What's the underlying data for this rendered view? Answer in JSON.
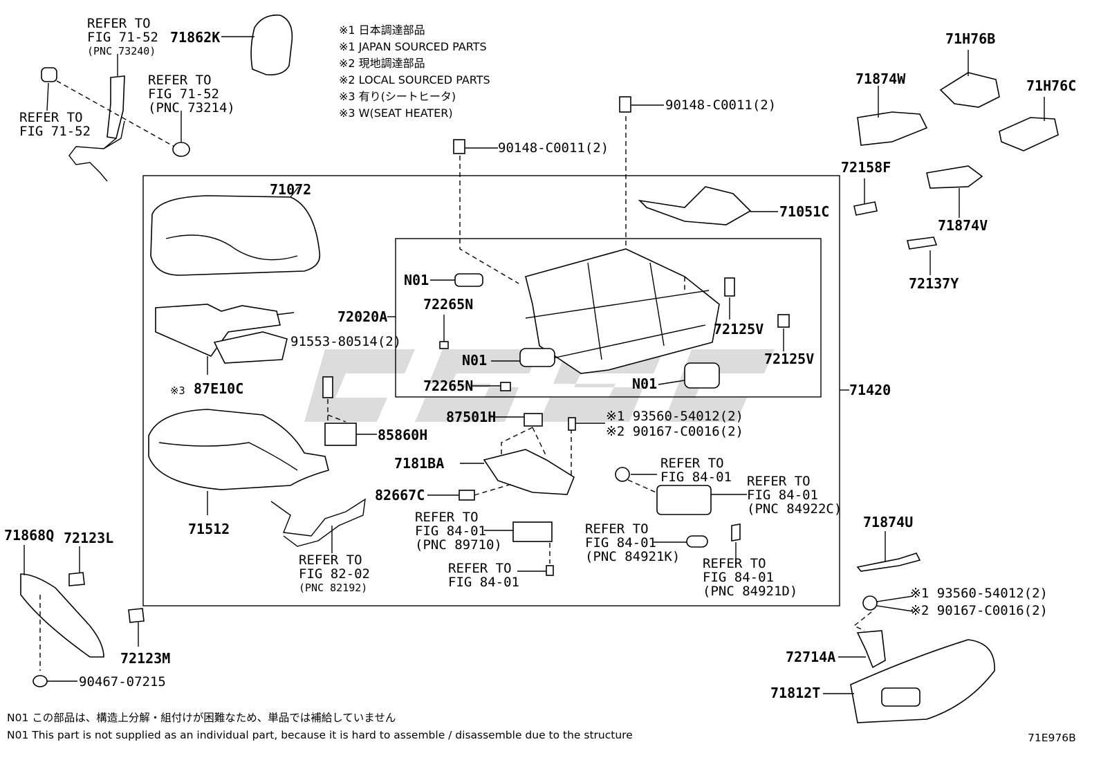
{
  "notes": [
    "※1 日本調達部品",
    "※1 JAPAN SOURCED PARTS",
    "※2 現地調達部品",
    "※2 LOCAL SOURCED PARTS",
    "※3 有り(シートヒータ)",
    "※3 W(SEAT HEATER)"
  ],
  "labels": {
    "p71862K": "71862K",
    "ref7152_pnc73240": [
      "REFER TO",
      "FIG 71-52",
      "(PNC 73240)"
    ],
    "ref7152_pnc73214": [
      "REFER TO",
      "FIG 71-52",
      "(PNC 73214)"
    ],
    "ref7152": [
      "REFER TO",
      "FIG 71-52"
    ],
    "p71072": "71072",
    "p90148_top": "90148-C0011(2)",
    "p90148_mid": "90148-C0011(2)",
    "p71051C": "71051C",
    "pN01_a": "N01",
    "p72020A": "72020A",
    "p72265N_a": "72265N",
    "p72265N_b": "72265N",
    "pN01_b": "N01",
    "pN01_c": "N01",
    "p72125V_a": "72125V",
    "p72125V_b": "72125V",
    "p91553": "91553-80514(2)",
    "p87E10C_prefix": "※3",
    "p87E10C": "87E10C",
    "p71420": "71420",
    "p85860H": "85860H",
    "p87501H": "87501H",
    "p93560_a": "※1 93560-54012(2)",
    "p90167_a": "※2 90167-C0016(2)",
    "p7181BA": "7181BA",
    "ref8401_a": [
      "REFER TO",
      "FIG 84-01"
    ],
    "ref8401_84922C": [
      "REFER TO",
      "FIG 84-01",
      "(PNC 84922C)"
    ],
    "p82667C": "82667C",
    "ref8401_89710": [
      "REFER TO",
      "FIG 84-01",
      "(PNC 89710)"
    ],
    "ref8401_84921K": [
      "REFER TO",
      "FIG 84-01",
      "(PNC 84921K)"
    ],
    "p71512": "71512",
    "ref8202_82192": [
      "REFER TO",
      "FIG 82-02",
      "(PNC 82192)"
    ],
    "ref8401_b": [
      "REFER TO",
      "FIG 84-01"
    ],
    "ref8401_84921D": [
      "REFER TO",
      "FIG 84-01",
      "(PNC 84921D)"
    ],
    "p71H76B": "71H76B",
    "p71874W": "71874W",
    "p71H76C": "71H76C",
    "p72158F": "72158F",
    "p71874V": "71874V",
    "p72137Y": "72137Y",
    "p71874U": "71874U",
    "p93560_b": "※1 93560-54012(2)",
    "p90167_b": "※2 90167-C0016(2)",
    "p72714A": "72714A",
    "p71812T": "71812T",
    "p71868Q": "71868Q",
    "p72123L": "72123L",
    "p72123M": "72123M",
    "p90467": "90467-07215"
  },
  "footnotes": [
    "N01 この部品は、構造上分解・組付けが困難なため、単品では補給していません",
    "N01 This part is not supplied as an individual part, because it is hard to assemble / disassemble due to the structure"
  ],
  "figure_id": "71E976B"
}
